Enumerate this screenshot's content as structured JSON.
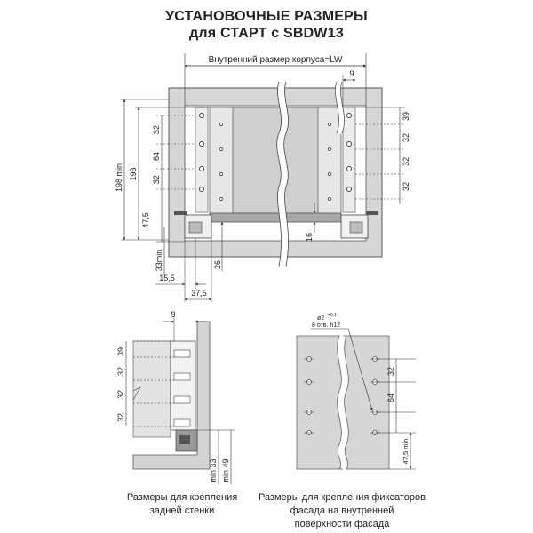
{
  "title": {
    "line1": "УСТАНОВОЧНЫЕ РАЗМЕРЫ",
    "line2": "для СТАРТ с SBDW13"
  },
  "main_drawing": {
    "inner_width_label": "Внутренний размер корпуса=LW",
    "dim_9": "9",
    "left_dims": [
      "32",
      "64",
      "32",
      "47,5"
    ],
    "dim_198": "198 min",
    "dim_193": "193",
    "dim_33min": "33min",
    "dim_15_5": "15,5",
    "dim_37_5": "37,5",
    "dim_26": "26",
    "dim_16": "16",
    "right_dims": [
      "39",
      "32",
      "32",
      "32"
    ]
  },
  "back_wall_drawing": {
    "dim_9": "9",
    "dims": [
      "39",
      "32",
      "32",
      "32"
    ],
    "dim_min33": "min 33",
    "dim_min49": "min 49",
    "caption": [
      "Размеры для крепления",
      "задней стенки"
    ]
  },
  "front_drawing": {
    "hole_label_1": "ø2",
    "hole_label_sup": "+0,1",
    "hole_label_2": "8 отв. h12",
    "dims": [
      "32",
      "64",
      "47,5 min"
    ],
    "caption": [
      "Размеры для крепления фиксаторов",
      "фасада на внутренней",
      "поверхности фасада"
    ]
  },
  "colors": {
    "panel": "#d4d4d4",
    "panel_dark": "#b5b5b5",
    "line": "#444444",
    "drawer": "#c8c8c8"
  }
}
